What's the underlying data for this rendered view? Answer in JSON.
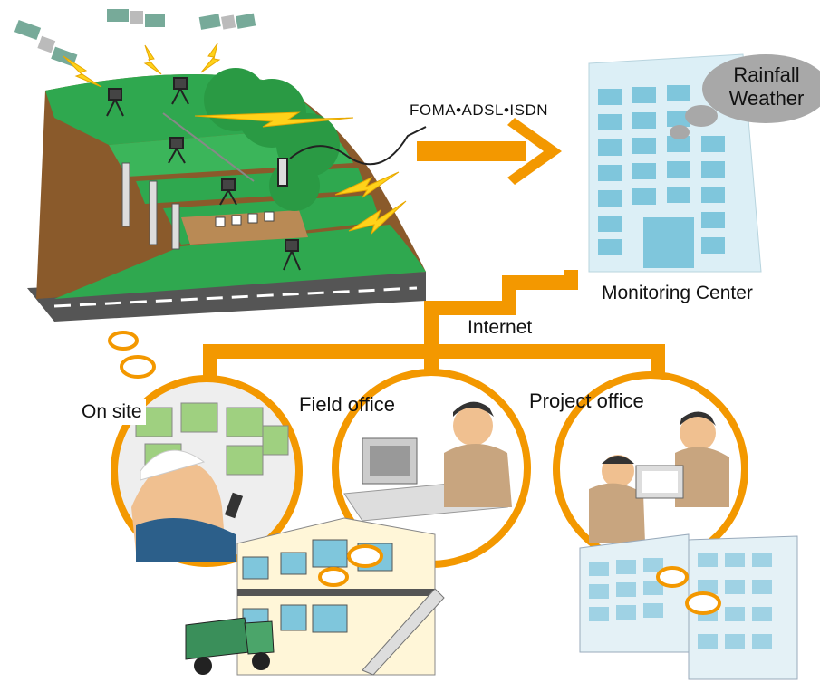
{
  "labels": {
    "network": "FOMA•ADSL•ISDN",
    "rainfall_line1": "Rainfall",
    "rainfall_line2": "Weather",
    "monitoring_center": "Monitoring Center",
    "internet": "Internet",
    "on_site": "On site",
    "field_office": "Field office",
    "project_office": "Project office"
  },
  "colors": {
    "orange": "#f39800",
    "grass": "#2fa84f",
    "soil": "#8a5a2b",
    "building": "#dceff6",
    "window": "#7fc6dc",
    "bubble": "#a0a0a0"
  }
}
